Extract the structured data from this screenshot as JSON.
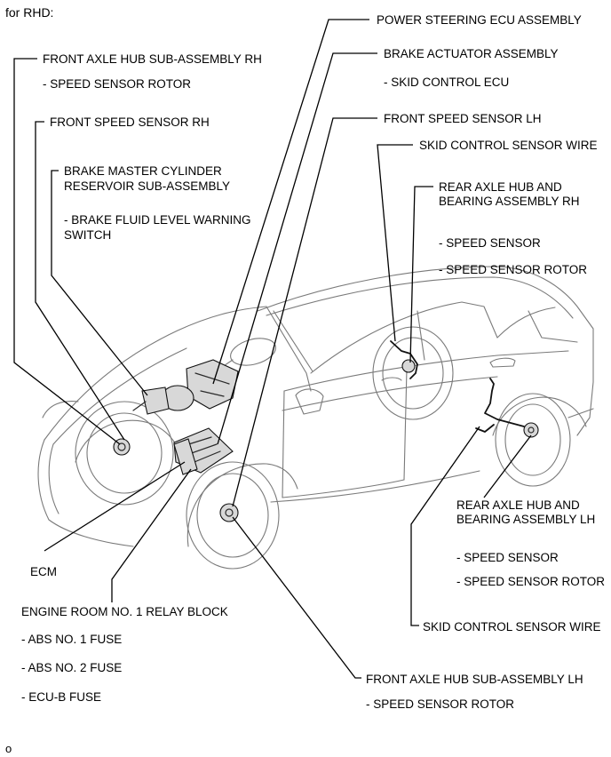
{
  "header": {
    "variant": "for RHD:"
  },
  "labels": {
    "power_steering_ecu": "POWER STEERING ECU ASSEMBLY",
    "brake_actuator": "BRAKE ACTUATOR ASSEMBLY",
    "skid_control_ecu": "- SKID CONTROL ECU",
    "front_speed_sensor_lh": "FRONT SPEED SENSOR LH",
    "skid_control_sensor_wire_top": "SKID CONTROL SENSOR WIRE",
    "rear_axle_hub_rh_line1": "REAR AXLE HUB AND",
    "rear_axle_hub_rh_line2": "BEARING ASSEMBLY RH",
    "rear_rh_speed_sensor": "- SPEED SENSOR",
    "rear_rh_speed_sensor_rotor": "- SPEED SENSOR ROTOR",
    "front_axle_hub_rh": "FRONT AXLE HUB SUB-ASSEMBLY RH",
    "front_rh_speed_sensor_rotor": "- SPEED SENSOR ROTOR",
    "front_speed_sensor_rh": "FRONT SPEED SENSOR RH",
    "brake_master_line1": "BRAKE MASTER CYLINDER",
    "brake_master_line2": "RESERVOIR SUB-ASSEMBLY",
    "brake_fluid_switch_line1": "- BRAKE FLUID LEVEL WARNING",
    "brake_fluid_switch_line2": "SWITCH",
    "ecm": "ECM",
    "engine_room_relay_block": "ENGINE ROOM NO. 1 RELAY BLOCK",
    "abs_no1_fuse": "- ABS NO. 1 FUSE",
    "abs_no2_fuse": "- ABS NO. 2 FUSE",
    "ecu_b_fuse": "- ECU-B FUSE",
    "rear_axle_hub_lh_line1": "REAR AXLE HUB AND",
    "rear_axle_hub_lh_line2": "BEARING ASSEMBLY LH",
    "rear_lh_speed_sensor": "- SPEED SENSOR",
    "rear_lh_speed_sensor_rotor": "- SPEED SENSOR ROTOR",
    "skid_control_sensor_wire_bottom": "SKID CONTROL SENSOR WIRE",
    "front_axle_hub_lh": "FRONT AXLE HUB SUB-ASSEMBLY LH",
    "front_lh_speed_sensor_rotor": "- SPEED SENSOR ROTOR"
  },
  "footer": {
    "figure_mark": "o"
  }
}
